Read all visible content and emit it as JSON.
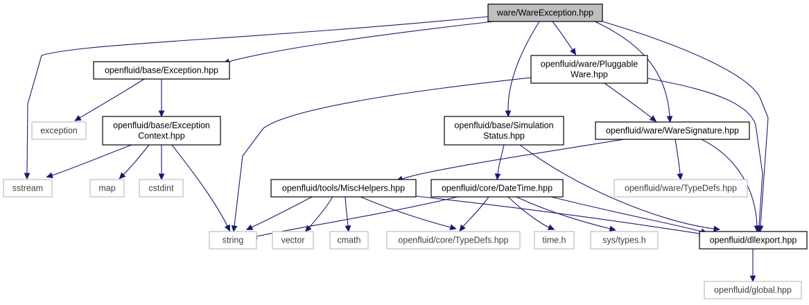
{
  "graph": {
    "root_color": "#bfbfbf",
    "edge_color": "#191970",
    "nodes": [
      {
        "id": "wareexception",
        "lines": [
          "ware/WareException.hpp"
        ],
        "kind": "root"
      },
      {
        "id": "base-exception",
        "lines": [
          "openfluid/base/Exception.hpp"
        ],
        "kind": "project"
      },
      {
        "id": "pluggableware",
        "lines": [
          "openfluid/ware/Pluggable",
          "Ware.hpp"
        ],
        "kind": "project"
      },
      {
        "id": "exception",
        "lines": [
          "exception"
        ],
        "kind": "system"
      },
      {
        "id": "exceptioncontext",
        "lines": [
          "openfluid/base/Exception",
          "Context.hpp"
        ],
        "kind": "project"
      },
      {
        "id": "simulationstatus",
        "lines": [
          "openfluid/base/Simulation",
          "Status.hpp"
        ],
        "kind": "project"
      },
      {
        "id": "waresignature",
        "lines": [
          "openfluid/ware/WareSignature.hpp"
        ],
        "kind": "project"
      },
      {
        "id": "sstream",
        "lines": [
          "sstream"
        ],
        "kind": "system"
      },
      {
        "id": "map",
        "lines": [
          "map"
        ],
        "kind": "system"
      },
      {
        "id": "cstdint",
        "lines": [
          "cstdint"
        ],
        "kind": "system"
      },
      {
        "id": "mischelpers",
        "lines": [
          "openfluid/tools/MiscHelpers.hpp"
        ],
        "kind": "project"
      },
      {
        "id": "datetime",
        "lines": [
          "openfluid/core/DateTime.hpp"
        ],
        "kind": "project"
      },
      {
        "id": "ware-typedefs",
        "lines": [
          "openfluid/ware/TypeDefs.hpp"
        ],
        "kind": "system"
      },
      {
        "id": "string",
        "lines": [
          "string"
        ],
        "kind": "system"
      },
      {
        "id": "vector",
        "lines": [
          "vector"
        ],
        "kind": "system"
      },
      {
        "id": "cmath",
        "lines": [
          "cmath"
        ],
        "kind": "system"
      },
      {
        "id": "core-typedefs",
        "lines": [
          "openfluid/core/TypeDefs.hpp"
        ],
        "kind": "system"
      },
      {
        "id": "time",
        "lines": [
          "time.h"
        ],
        "kind": "system"
      },
      {
        "id": "systypes",
        "lines": [
          "sys/types.h"
        ],
        "kind": "system"
      },
      {
        "id": "dllexport",
        "lines": [
          "openfluid/dllexport.hpp"
        ],
        "kind": "project"
      },
      {
        "id": "global",
        "lines": [
          "openfluid/global.hpp"
        ],
        "kind": "system"
      }
    ],
    "edges": [
      {
        "from": "wareexception",
        "to": "sstream"
      },
      {
        "from": "wareexception",
        "to": "base-exception"
      },
      {
        "from": "wareexception",
        "to": "simulationstatus"
      },
      {
        "from": "wareexception",
        "to": "pluggableware"
      },
      {
        "from": "wareexception",
        "to": "waresignature"
      },
      {
        "from": "wareexception",
        "to": "dllexport"
      },
      {
        "from": "base-exception",
        "to": "exception"
      },
      {
        "from": "base-exception",
        "to": "exceptioncontext"
      },
      {
        "from": "exceptioncontext",
        "to": "sstream"
      },
      {
        "from": "exceptioncontext",
        "to": "map"
      },
      {
        "from": "exceptioncontext",
        "to": "cstdint"
      },
      {
        "from": "exceptioncontext",
        "to": "string"
      },
      {
        "from": "pluggableware",
        "to": "string"
      },
      {
        "from": "pluggableware",
        "to": "waresignature"
      },
      {
        "from": "pluggableware",
        "to": "dllexport"
      },
      {
        "from": "simulationstatus",
        "to": "datetime"
      },
      {
        "from": "simulationstatus",
        "to": "dllexport"
      },
      {
        "from": "waresignature",
        "to": "mischelpers"
      },
      {
        "from": "waresignature",
        "to": "ware-typedefs"
      },
      {
        "from": "waresignature",
        "to": "dllexport"
      },
      {
        "from": "mischelpers",
        "to": "string"
      },
      {
        "from": "mischelpers",
        "to": "vector"
      },
      {
        "from": "mischelpers",
        "to": "cmath"
      },
      {
        "from": "mischelpers",
        "to": "core-typedefs"
      },
      {
        "from": "mischelpers",
        "to": "dllexport"
      },
      {
        "from": "datetime",
        "to": "string"
      },
      {
        "from": "datetime",
        "to": "core-typedefs"
      },
      {
        "from": "datetime",
        "to": "time"
      },
      {
        "from": "datetime",
        "to": "systypes"
      },
      {
        "from": "datetime",
        "to": "dllexport"
      },
      {
        "from": "dllexport",
        "to": "global"
      }
    ]
  }
}
